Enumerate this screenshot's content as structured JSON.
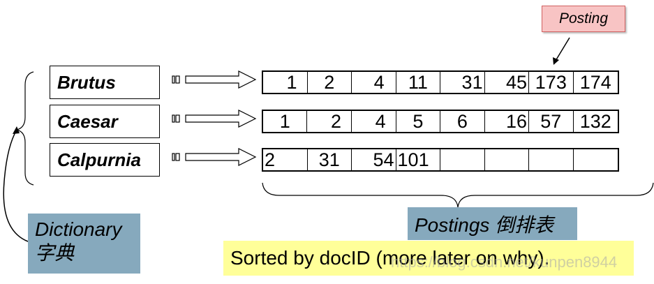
{
  "callout": {
    "label": "Posting"
  },
  "dictionary_terms": [
    "Brutus",
    "Caesar",
    "Calpurnia"
  ],
  "postings_lists": [
    [
      "1",
      "2",
      "4",
      "11",
      "31",
      "45",
      "173",
      "174"
    ],
    [
      "1",
      "2",
      "4",
      "5",
      "6",
      "16",
      "57",
      "132"
    ],
    [
      "2",
      "31",
      "54",
      "101",
      "",
      "",
      "",
      ""
    ]
  ],
  "labels": {
    "dictionary_line1": "Dictionary",
    "dictionary_line2": "字典",
    "postings": "Postings 倒排表",
    "sorted_note": "Sorted by docID (more later on why)."
  },
  "watermark": "https://blog.csdn.net/kunpen8944",
  "colors": {
    "callout_fill": "#f8c4c4",
    "label_fill": "#86a9bd",
    "note_fill": "#ffff99"
  }
}
